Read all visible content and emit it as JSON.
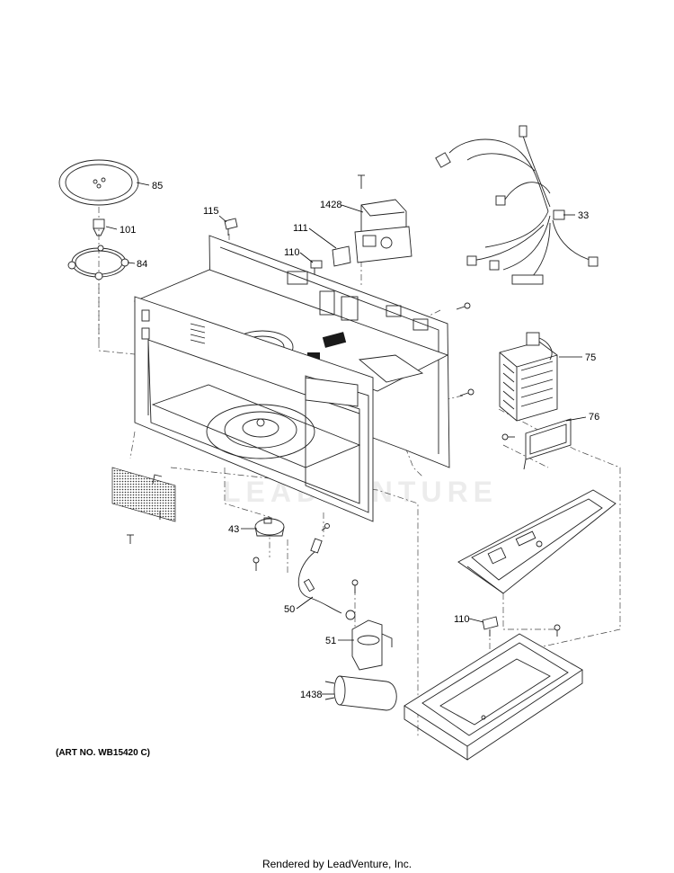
{
  "callouts": {
    "c85": "85",
    "c101": "101",
    "c84": "84",
    "c115": "115",
    "c111": "111",
    "c110a": "110",
    "c1428": "1428",
    "c33": "33",
    "c75": "75",
    "c76": "76",
    "c43": "43",
    "c50": "50",
    "c51": "51",
    "c1438": "1438",
    "c110b": "110"
  },
  "watermark": "LEADVENTURE",
  "art_number": "(ART NO. WB15420 C)",
  "footer": "Rendered by LeadVenture, Inc."
}
